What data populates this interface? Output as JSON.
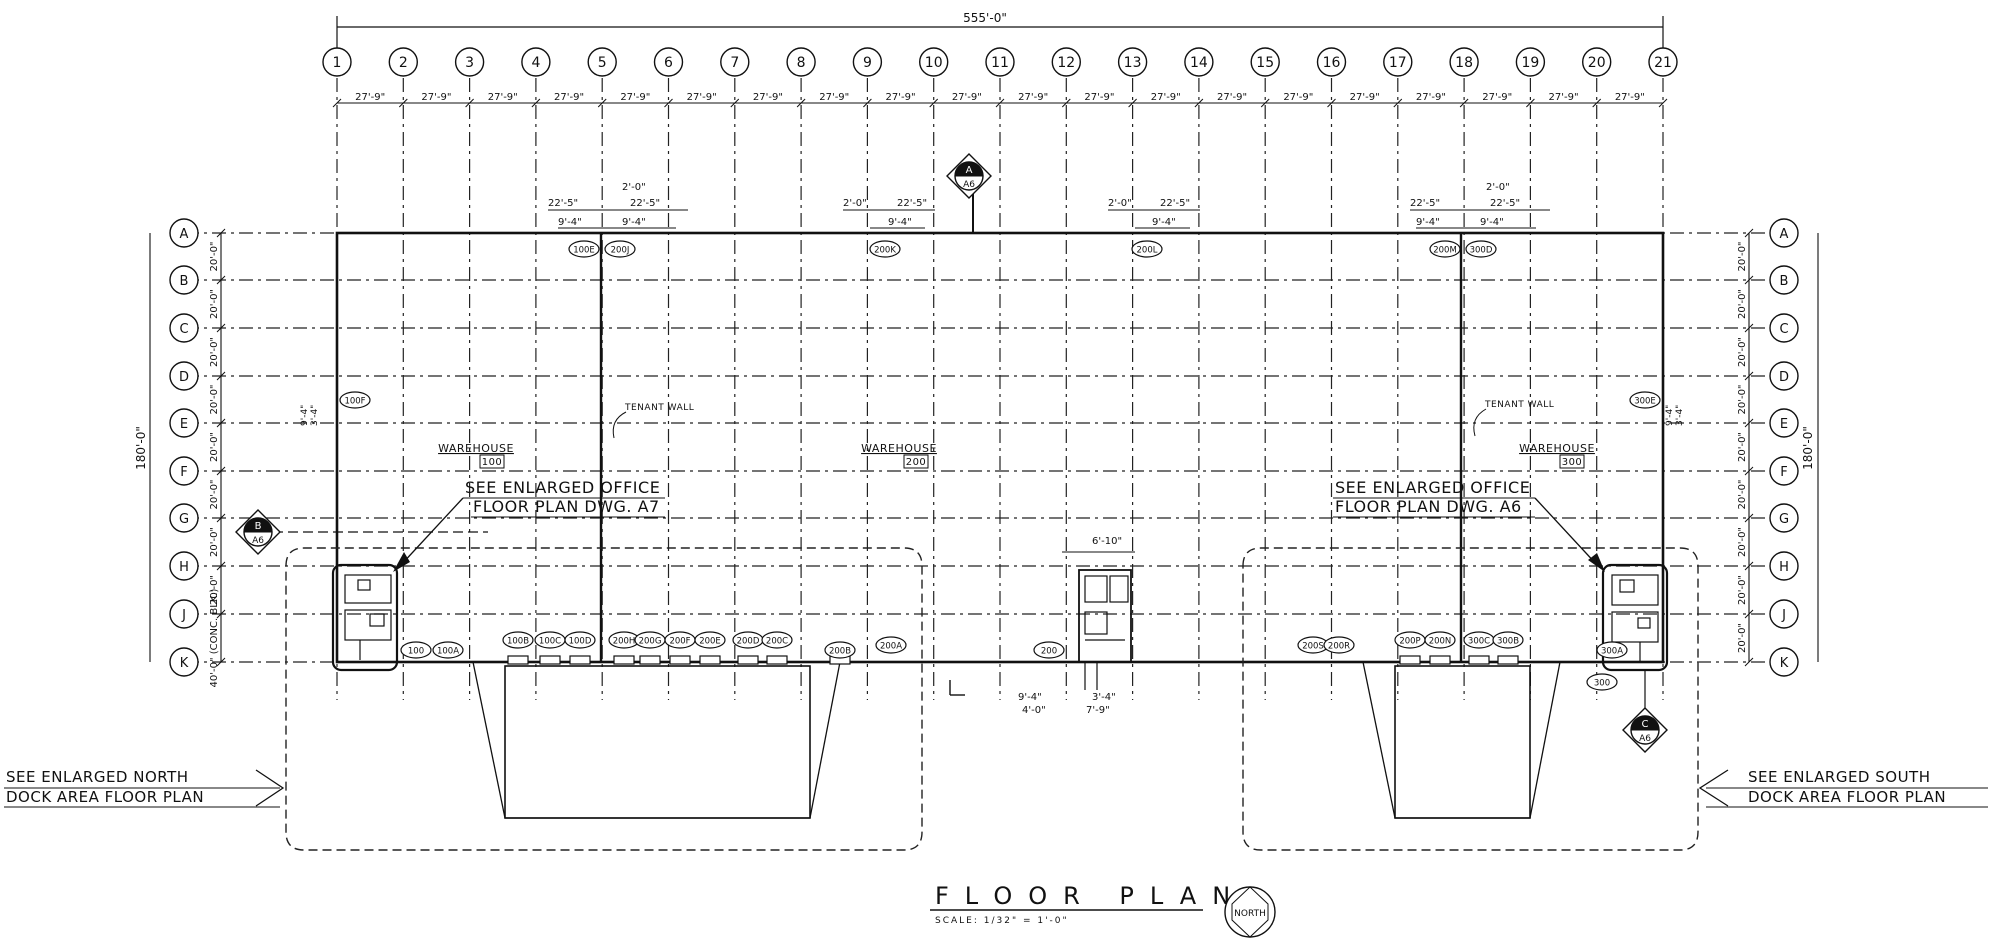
{
  "drawing": {
    "title": "FLOOR PLAN",
    "scale": "SCALE: 1/32\" = 1'-0\"",
    "north_label": "NORTH"
  },
  "overall": {
    "width_dim": "555'-0\"",
    "height_dim": "180'-0\""
  },
  "columns": [
    "1",
    "2",
    "3",
    "4",
    "5",
    "6",
    "7",
    "8",
    "9",
    "10",
    "11",
    "12",
    "13",
    "14",
    "15",
    "16",
    "17",
    "18",
    "19",
    "20",
    "21"
  ],
  "bay_dims": [
    "27'-9\"",
    "27'-9\"",
    "27'-9\"",
    "27'-9\"",
    "27'-9\"",
    "27'-9\"",
    "27'-9\"",
    "27'-9\"",
    "27'-9\"",
    "27'-9\"",
    "27'-9\"",
    "27'-9\"",
    "27'-9\"",
    "27'-9\"",
    "27'-9\"",
    "27'-9\"",
    "27'-9\"",
    "27'-9\"",
    "27'-9\"",
    "27'-9\""
  ],
  "rows": [
    "A",
    "B",
    "C",
    "D",
    "E",
    "F",
    "G",
    "H",
    "J",
    "K"
  ],
  "row_dims_left": [
    "20'-0\"",
    "20'-0\"",
    "20'-0\"",
    "20'-0\"",
    "20'-0\"",
    "20'-0\"",
    "20'-0\"",
    "20'-0\"",
    "40'-0\" (CONC. BLK.)"
  ],
  "row_dims_right": [
    "20'-0\"",
    "20'-0\"",
    "20'-0\"",
    "20'-0\"",
    "20'-0\"",
    "20'-0\"",
    "20'-0\"",
    "20'-0\"",
    "20'-0\""
  ],
  "rooms": [
    {
      "name": "WAREHOUSE",
      "number": "100"
    },
    {
      "name": "WAREHOUSE",
      "number": "200"
    },
    {
      "name": "WAREHOUSE",
      "number": "300"
    }
  ],
  "tenant_wall": "TENANT WALL",
  "notes": {
    "office_left_1": "SEE ENLARGED OFFICE",
    "office_left_2": "FLOOR PLAN DWG. A7",
    "office_right_1": "SEE ENLARGED OFFICE",
    "office_right_2": "FLOOR PLAN DWG. A6",
    "dock_north_1": "SEE ENLARGED NORTH",
    "dock_north_2": "DOCK AREA FLOOR PLAN",
    "dock_south_1": "SEE ENLARGED SOUTH",
    "dock_south_2": "DOCK AREA FLOOR PLAN"
  },
  "sections": [
    {
      "letter": "A",
      "sheet": "A6"
    },
    {
      "letter": "B",
      "sheet": "A6"
    },
    {
      "letter": "C",
      "sheet": "A6"
    }
  ],
  "small_dims": {
    "d_2_0": "2'-0\"",
    "d_22_5": "22'-5\"",
    "d_9_4": "9'-4\"",
    "d_6_10": "6'-10\"",
    "d_4_0": "4'-0\"",
    "d_7_9": "7'-9\"",
    "d_3_4": "3'-4\""
  },
  "door_tags_top": [
    "100E",
    "200J",
    "200K",
    "200L",
    "200M",
    "300D"
  ],
  "door_tags_bottom": [
    "100",
    "100A",
    "100B",
    "100C",
    "100D",
    "200H",
    "200G",
    "200F",
    "200E",
    "200D",
    "200C",
    "200B",
    "200A",
    "200",
    "200S",
    "200R",
    "200P",
    "200N",
    "300C",
    "300B",
    "300A",
    "300"
  ],
  "door_tags_side": [
    "100F",
    "300E"
  ]
}
